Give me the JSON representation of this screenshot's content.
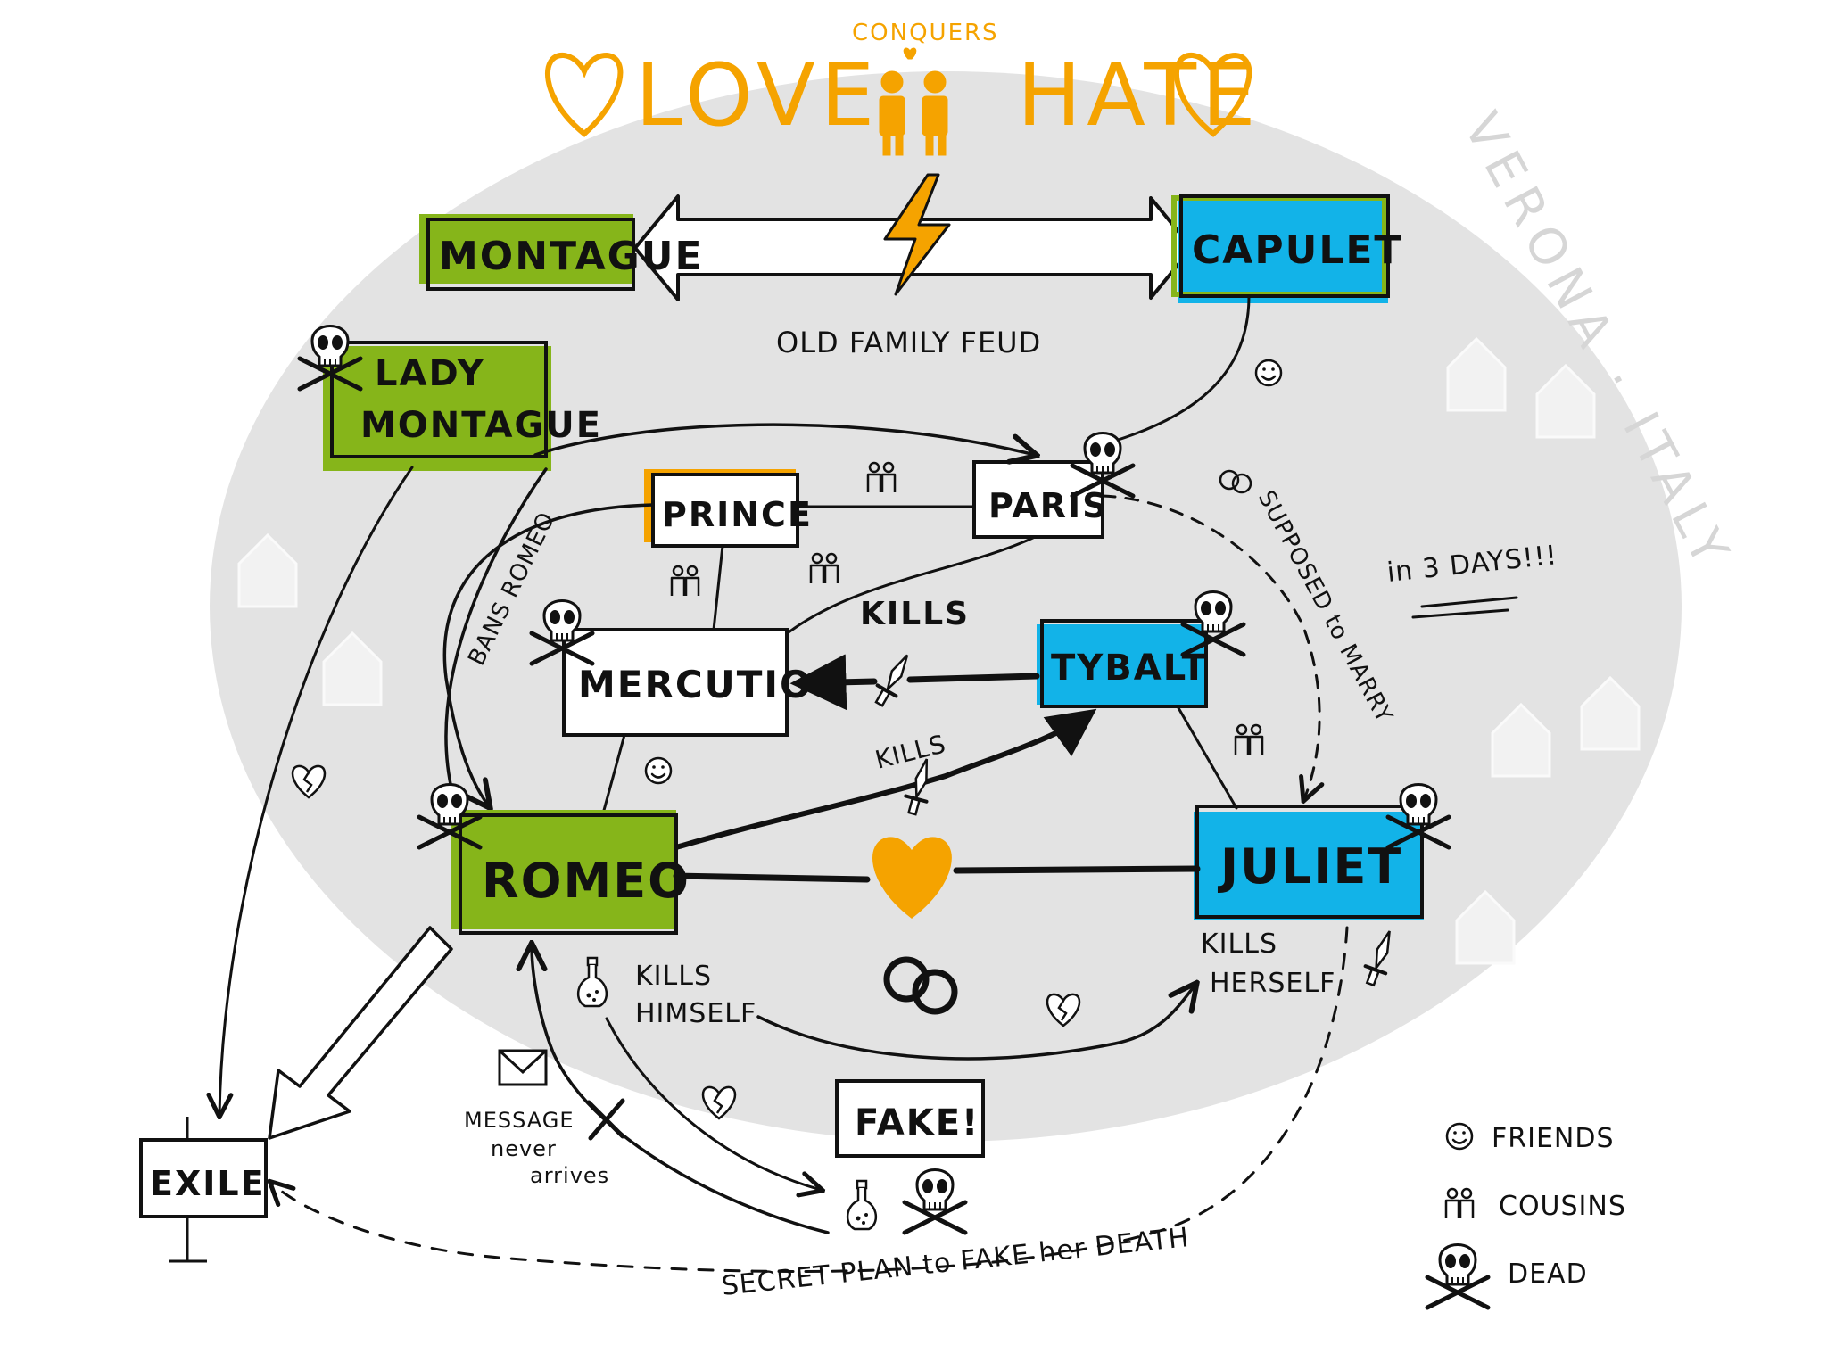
{
  "title": {
    "love": "LOVE",
    "conquers": "CONQUERS",
    "hate": "HATE"
  },
  "location_label": "VERONA · ITALY",
  "colors": {
    "montague_green": "#86b51a",
    "capulet_blue": "#12b3e8",
    "accent_orange": "#f5a300",
    "background_circle": "#e3e3e3",
    "ink": "#111111"
  },
  "nodes": {
    "montague": "MONTAGUE",
    "capulet": "CAPULET",
    "lady_montague_line1": "LADY",
    "lady_montague_line2": "MONTAGUE",
    "prince": "PRINCE",
    "paris": "PARIS",
    "mercutio": "MERCUTIO",
    "tybalt": "TYBALT",
    "romeo": "ROMEO",
    "juliet": "JULIET",
    "exile": "EXILE",
    "fake": "FAKE!"
  },
  "edge_labels": {
    "feud": "OLD FAMILY FEUD",
    "bans_romeo": "BANS ROMEO",
    "kills_mercutio": "KILLS",
    "kills_tybalt": "KILLS",
    "supposed_to_marry": "SUPPOSED to MARRY",
    "in_3_days": "in 3 DAYS!!!",
    "kills_himself_line1": "KILLS",
    "kills_himself_line2": "HIMSELF",
    "kills_herself_line1": "KILLS",
    "kills_herself_line2": "HERSELF",
    "message_line1": "MESSAGE",
    "message_line2": "never",
    "message_line3": "arrives",
    "secret_plan": "SECRET PLAN to FAKE her DEATH"
  },
  "legend": [
    {
      "icon": "smiley-icon",
      "label": "FRIENDS"
    },
    {
      "icon": "cousins-icon",
      "label": "COUSINS"
    },
    {
      "icon": "skull-icon",
      "label": "DEAD"
    }
  ]
}
